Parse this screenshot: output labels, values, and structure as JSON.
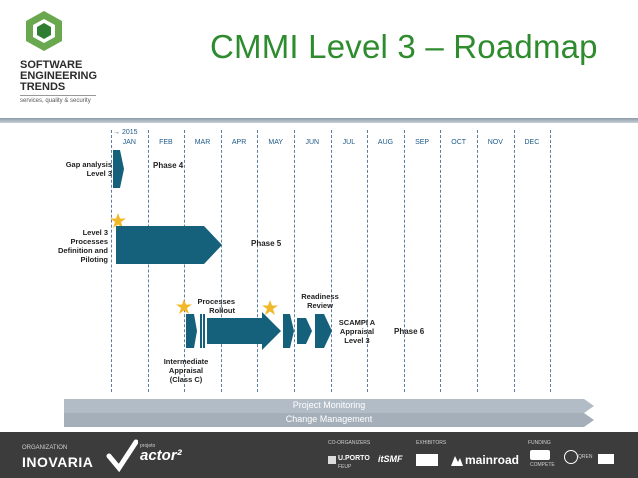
{
  "header": {
    "logo_line1": "SOFTWARE",
    "logo_line2": "ENGINEERING",
    "logo_line3": "TRENDS",
    "logo_tagline": "services, quality & security",
    "title": "CMMI Level 3 – Roadmap"
  },
  "timeline": {
    "year_label": "→ 2015",
    "months": [
      "JAN",
      "FEB",
      "MAR",
      "APR",
      "MAY",
      "JUN",
      "JUL",
      "AUG",
      "SEP",
      "OCT",
      "NOV",
      "DEC"
    ]
  },
  "activities": {
    "gap_analysis": "Gap analysis Level 3",
    "phase4": "Phase 4",
    "level3_processes": "Level 3 Processes Definition and Piloting",
    "phase5": "Phase 5",
    "processes_rollout": "Processes Rollout",
    "readiness_review": "Readiness Review",
    "intermediate_appraisal": "Intermediate Appraisal (Class C)",
    "scampi": "SCAMPI A Appraisal Level 3",
    "phase6": "Phase 6"
  },
  "bars": {
    "project_monitoring": "Project Monitoring",
    "change_management": "Change Management"
  },
  "footer": {
    "organization_label": "ORGANIZATION",
    "inovaria": "INOVARIA",
    "projeto": "projeto",
    "actor": "actor²",
    "co_organizers": "CO-ORGANIZERS",
    "porto": "U.PORTO",
    "feup": "FEUP",
    "itsmf": "itSMF",
    "exhibitors": "EXHIBITORS",
    "mainroad": "mainroad",
    "funding": "FUNDING",
    "compete": "COMPETE",
    "qren": "QREN"
  },
  "colors": {
    "accent_green": "#2e8b2e",
    "arrow_teal": "#15607a",
    "star_gold": "#f0b92a",
    "footer_bg": "#3c3c3c"
  }
}
